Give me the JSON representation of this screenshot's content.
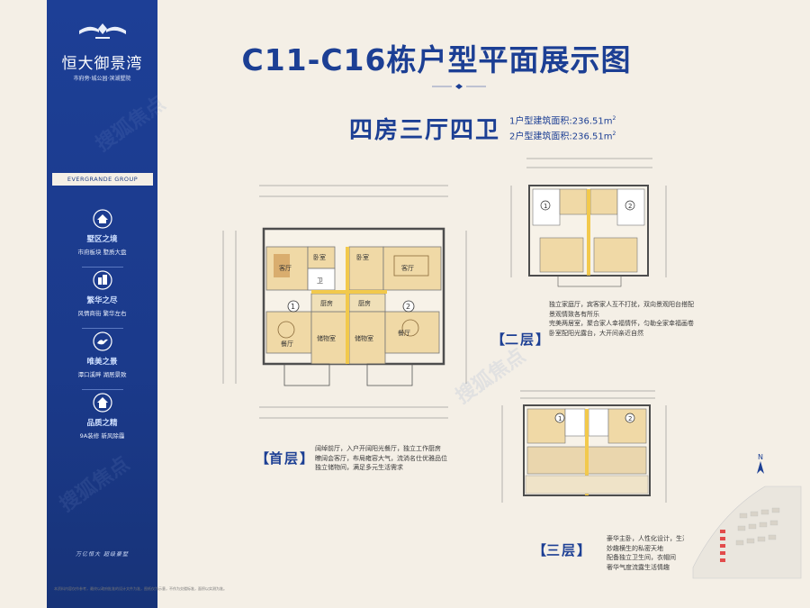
{
  "sidebar": {
    "brand_name": "恒大御景湾",
    "brand_sub": "市府旁·城公园·滨湖墅院",
    "group_tag": "EVERGRANDE GROUP",
    "features": [
      {
        "title": "墅区之境",
        "sub": "市府板块  墅质大盘",
        "icon": "villa-icon"
      },
      {
        "title": "繁华之尽",
        "sub": "风情商街  繁华左右",
        "icon": "building-icon"
      },
      {
        "title": "唯美之景",
        "sub": "潭口溪畔  湖居景致",
        "icon": "bird-icon"
      },
      {
        "title": "品质之精",
        "sub": "9A装修  新风除霾",
        "icon": "house-icon"
      }
    ],
    "slogan": "万亿恒大 超级豪墅"
  },
  "header": {
    "title": "C11-C16栋户型平面展示图",
    "subtitle": "四房三厅四卫",
    "area1_label": "1户型建筑面积:236.51m",
    "area2_label": "2户型建筑面积:236.51m",
    "unit_sup": "2"
  },
  "floors": {
    "first": {
      "label": "首层",
      "desc": [
        "阔绰前厅，入户开阔阳光餐厅，独立工作厨房",
        "瞭阔会客厅，布局雍容大气，流淌名仕优雅品位",
        "独立储物间，满足多元生活需求"
      ],
      "rooms": [
        "客厅",
        "卧室",
        "卫",
        "客厅",
        "卧室",
        "厨房",
        "厨房",
        "餐厅",
        "储物室",
        "储物室",
        "餐厅"
      ],
      "unit1": "1",
      "unit2": "2"
    },
    "second": {
      "label": "二层",
      "desc": [
        "独立家庭厅，宾客家人互不打扰，双向景观阳台搭配",
        "景观情致各有所乐",
        "完美两居室，聚合家人幸福情怀，匀勒全家幸福画卷",
        "卧室配阳光露台，大开间亲近自然"
      ],
      "unit1": "1",
      "unit2": "2"
    },
    "third": {
      "label": "三层",
      "desc": [
        "豪华主卧，人性化设计，生活功能齐备",
        "妙趣横生的私密天地",
        "配备独立卫生间，衣帽间",
        "奢华气度流露生活情趣"
      ],
      "unit1": "1",
      "unit2": "2"
    }
  },
  "compass": "N",
  "footnote": "本资料内容仅作参考，最终以政府批准的设计文件为准，图纸仅为示意，不作为交楼标准，面积以实测为准。",
  "watermark": "搜狐焦点",
  "colors": {
    "brand_blue": "#1c3f94",
    "room_fill": "#f0d9a6",
    "wall": "#5a5a5a"
  }
}
